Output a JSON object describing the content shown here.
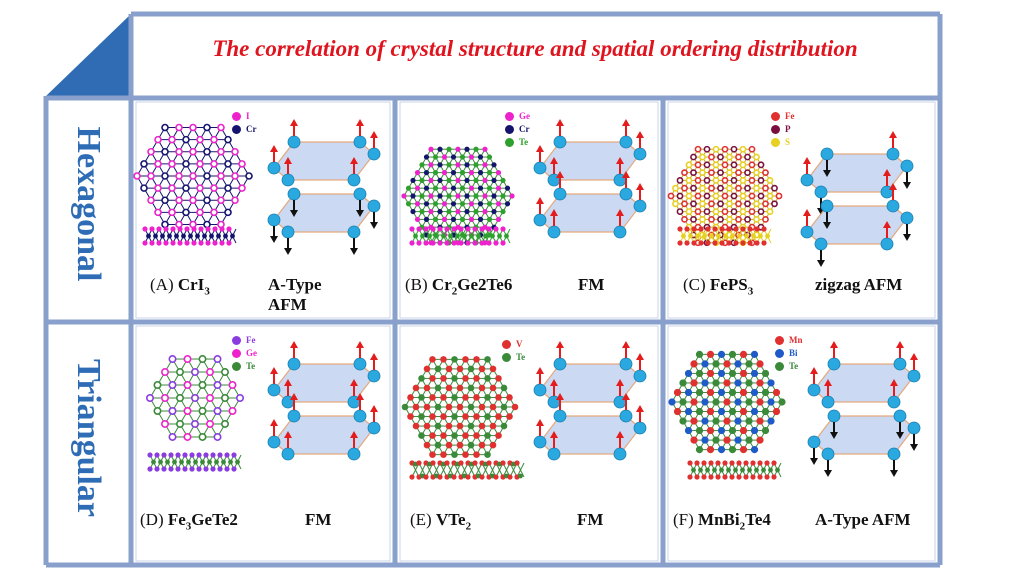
{
  "title": "The correlation of crystal structure and spatial ordering distribution",
  "rows": [
    {
      "label": "Hexagonal"
    },
    {
      "label": "Triangular"
    }
  ],
  "panels": [
    {
      "letter": "A",
      "compound": "CrI",
      "sub": "3",
      "compound_rest": "",
      "magnetic": "A-Type AFM",
      "legend": [
        {
          "name": "I",
          "color": "#ee22cc"
        },
        {
          "name": "Cr",
          "color": "#14146e"
        }
      ]
    },
    {
      "letter": "B",
      "compound": "Cr",
      "sub": "2",
      "compound_rest": "Ge2Te6",
      "magnetic": "FM",
      "legend": [
        {
          "name": "Ge",
          "color": "#ee22cc"
        },
        {
          "name": "Cr",
          "color": "#14146e"
        },
        {
          "name": "Te",
          "color": "#2ea02e"
        }
      ]
    },
    {
      "letter": "C",
      "compound": "FePS",
      "sub": "3",
      "compound_rest": "",
      "magnetic": "zigzag AFM",
      "legend": [
        {
          "name": "Fe",
          "color": "#e03030"
        },
        {
          "name": "P",
          "color": "#7a1040"
        },
        {
          "name": "S",
          "color": "#e8d020"
        }
      ]
    },
    {
      "letter": "D",
      "compound": "Fe",
      "sub": "3",
      "compound_rest": "GeTe2",
      "magnetic": "FM",
      "legend": [
        {
          "name": "Fe",
          "color": "#8a3ce0"
        },
        {
          "name": "Ge",
          "color": "#ee22cc"
        },
        {
          "name": "Te",
          "color": "#3a8a3a"
        }
      ]
    },
    {
      "letter": "E",
      "compound": "VTe",
      "sub": "2",
      "compound_rest": "",
      "magnetic": "FM",
      "legend": [
        {
          "name": "V",
          "color": "#e03030"
        },
        {
          "name": "Te",
          "color": "#3a8a3a"
        }
      ]
    },
    {
      "letter": "F",
      "compound": "MnBi",
      "sub": "2",
      "compound_rest": "Te4",
      "magnetic": "A-Type AFM",
      "legend": [
        {
          "name": "Mn",
          "color": "#e03030"
        },
        {
          "name": "Bi",
          "color": "#1e5ac8"
        },
        {
          "name": "Te",
          "color": "#3a8a3a"
        }
      ]
    }
  ],
  "colors": {
    "frame": "#8aa0cc",
    "corner": "#2f6cb4",
    "title": "#e0141e",
    "row_header": "#2e6db5",
    "spin_up": "#e41c1c",
    "spin_down": "#111111",
    "atom": "#2aa8e0",
    "plane": "#c7d5f2"
  }
}
